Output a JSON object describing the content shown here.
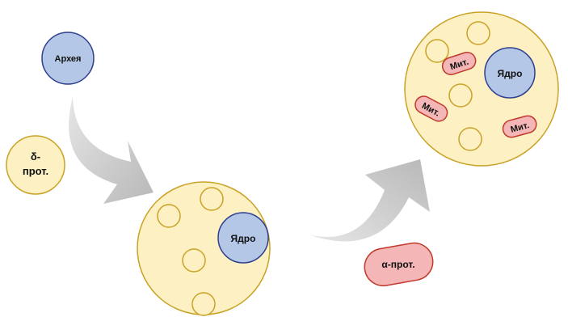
{
  "colors": {
    "archaea_fill": "#b4c7e7",
    "archaea_stroke": "#2f3f8f",
    "cell_fill": "#fdf0c2",
    "cell_stroke": "#c9a227",
    "mito_fill": "#f4b6b6",
    "mito_stroke": "#c0392b",
    "arrow": "#c6c6c6"
  },
  "labels": {
    "archaea": "Архея",
    "delta_line1": "δ-",
    "delta_line2": "прот.",
    "nucleus": "Ядро",
    "alpha": "α-прот.",
    "mito": "Мит."
  }
}
